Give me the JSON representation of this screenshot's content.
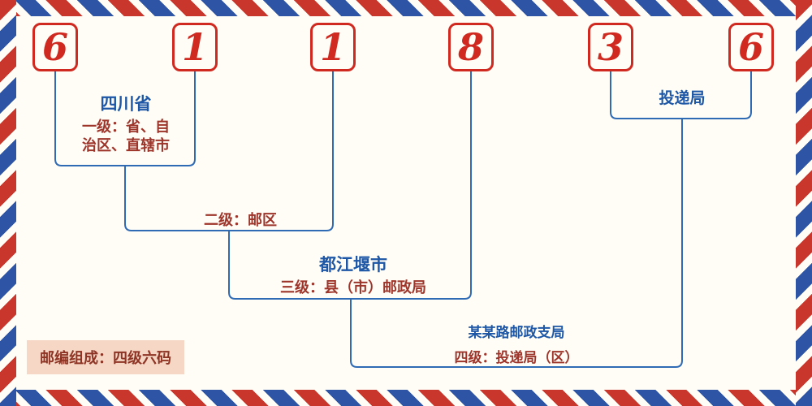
{
  "postal_code": {
    "value": "611836",
    "digits": [
      "6",
      "1",
      "1",
      "8",
      "3",
      "6"
    ]
  },
  "annotations": {
    "level1": {
      "region": "四川省",
      "desc_line1": "一级：省、自",
      "desc_line2": "治区、直辖市"
    },
    "level2": {
      "desc": "二级：邮区"
    },
    "level3": {
      "region": "都江堰市",
      "desc": "三级：县（市）邮政局"
    },
    "level4": {
      "region": "某某路邮政支局",
      "desc": "四级：投递局（区）"
    },
    "delivery_office": {
      "label": "投递局"
    }
  },
  "footer": {
    "composition_note": "邮编组成：四级六码"
  },
  "colors": {
    "digit_red": "#d02a20",
    "label_blue": "#1d57a6",
    "desc_maroon": "#9e352b",
    "line_blue": "#2f6ab4",
    "stripe_red": "#c9372c",
    "stripe_blue": "#2e55a5",
    "note_bg": "#f6d7c6",
    "note_text": "#8e3424",
    "background": "#fffdf6"
  }
}
